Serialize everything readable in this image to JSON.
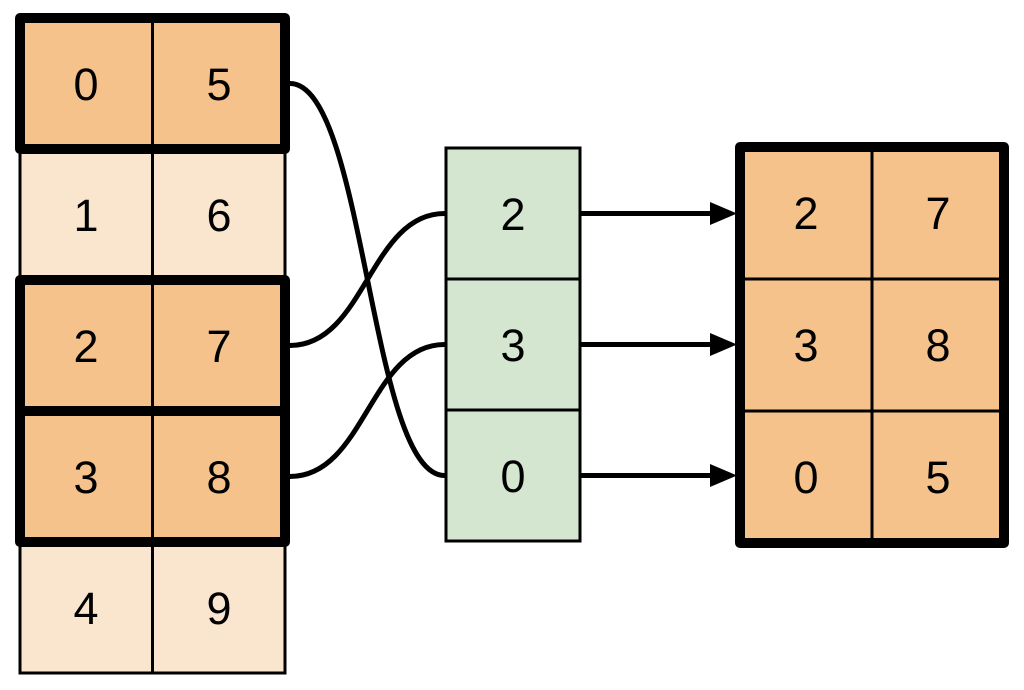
{
  "colors": {
    "highlight_cell": "#F5C28B",
    "plain_cell": "#FAE6CE",
    "index_cell": "#D5E6D0",
    "line": "#000000",
    "background": "#FFFFFF"
  },
  "source_table": {
    "rows": [
      {
        "cells": [
          "0",
          "5"
        ],
        "highlighted": true
      },
      {
        "cells": [
          "1",
          "6"
        ],
        "highlighted": false
      },
      {
        "cells": [
          "2",
          "7"
        ],
        "highlighted": true
      },
      {
        "cells": [
          "3",
          "8"
        ],
        "highlighted": true
      },
      {
        "cells": [
          "4",
          "9"
        ],
        "highlighted": false
      }
    ]
  },
  "index_column": {
    "cells": [
      "2",
      "3",
      "0"
    ]
  },
  "result_table": {
    "rows": [
      {
        "cells": [
          "2",
          "7"
        ]
      },
      {
        "cells": [
          "3",
          "8"
        ]
      },
      {
        "cells": [
          "0",
          "5"
        ]
      }
    ]
  },
  "links": [
    {
      "source_row": 0,
      "index_value": "0",
      "result_row": 2
    },
    {
      "source_row": 2,
      "index_value": "2",
      "result_row": 0
    },
    {
      "source_row": 3,
      "index_value": "3",
      "result_row": 1
    }
  ]
}
